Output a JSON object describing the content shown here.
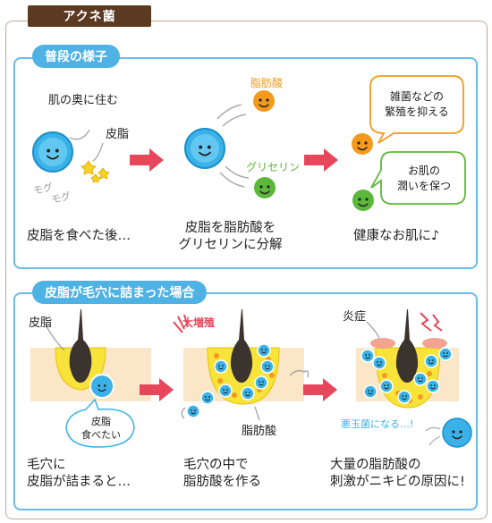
{
  "title": "アクネ菌",
  "section1": {
    "heading": "普段の様子",
    "step1": {
      "note1": "肌の奥に住む",
      "note2": "皮脂",
      "mogu1": "モグ",
      "mogu2": "モグ",
      "caption": "皮脂を食べた後…"
    },
    "step2": {
      "label_fatty": "脂肪酸",
      "label_glycerin": "グリセリン",
      "caption_line1": "皮脂を脂肪酸を",
      "caption_line2": "グリセリンに分解"
    },
    "step3": {
      "bubble1_line1": "雑菌などの",
      "bubble1_line2": "繁殖を抑える",
      "bubble2_line1": "お肌の",
      "bubble2_line2": "潤いを保つ",
      "caption": "健康なお肌に♪"
    }
  },
  "section2": {
    "heading": "皮脂が毛穴に詰まった場合",
    "step1": {
      "label": "皮脂",
      "bubble_line1": "皮脂",
      "bubble_line2": "食べたい",
      "caption_line1": "毛穴に",
      "caption_line2": "皮脂が詰まると…"
    },
    "step2": {
      "label_top": "大増殖",
      "label_bottom": "脂肪酸",
      "caption_line1": "毛穴の中で",
      "caption_line2": "脂肪酸を作る"
    },
    "step3": {
      "label_top": "炎症",
      "label_bad": "悪玉菌になる…!",
      "caption_line1": "大量の脂肪酸の",
      "caption_line2": "刺激がニキビの原因に!"
    }
  },
  "colors": {
    "accent": "#4fb2e5",
    "arrow": "#e8465a",
    "title_bg": "#5c3a21",
    "bacteria": "#3ab2e8",
    "fatty": "#f39a1e",
    "glycerin": "#5cb83a",
    "sebum": "#f7e33a",
    "skin": "#fbe6c7"
  }
}
